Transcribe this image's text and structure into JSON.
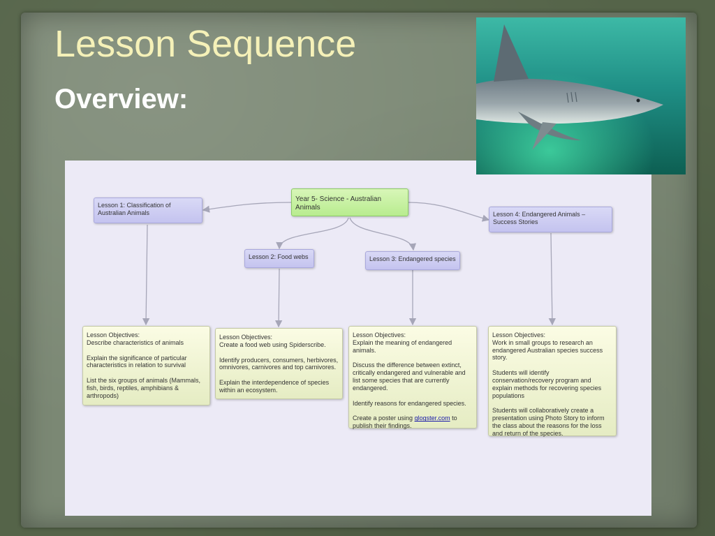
{
  "slide": {
    "title": "Lesson Sequence",
    "subtitle": "Overview:"
  },
  "diagram": {
    "root": "Year 5- Science - Australian Animals",
    "lessons": [
      {
        "title": "Lesson 1: Classification of Australian Animals",
        "objectives_heading": "Lesson Objectives:",
        "objectives": [
          "Describe characteristics of animals",
          "Explain the significance of particular characteristics in relation to survival",
          "List the six groups of animals (Mammals, fish, birds, reptiles, amphibians & arthropods)"
        ]
      },
      {
        "title": "Lesson 2: Food webs",
        "objectives_heading": "Lesson Objectives:",
        "objectives": [
          "Create a food web using Spiderscribe.",
          "Identify producers, consumers, herbivores, omnivores, carnivores and top carnivores.",
          "Explain the interdependence of species within an ecosystem."
        ]
      },
      {
        "title": "Lesson 3: Endangered species",
        "objectives_heading": "Lesson Objectives:",
        "objectives": [
          "Explain the meaning of endangered animals.",
          "Discuss the difference between extinct, critically endangered and vulnerable and list some species that are currently endangered.",
          "Identify reasons for endangered species."
        ],
        "poster_prefix": "Create a poster using ",
        "poster_link": "glogster.com",
        "poster_suffix": " to publish their findings."
      },
      {
        "title": "Lesson 4: Endangered Animals – Success Stories",
        "objectives_heading": "Lesson Objectives:",
        "objectives": [
          " Work in small groups to research an endangered Australian species success story.",
          "Students will identify conservation/recovery program and explain methods for recovering species populations",
          "Students will collaboratively create a presentation using Photo Story to inform the class about the reasons for the loss and return of the species."
        ]
      }
    ]
  },
  "colors": {
    "title": "#f5f1b8",
    "background": "#7b8874",
    "root_node": "#b8ec8f",
    "lesson_node": "#c4c3ef",
    "objective_node": "#e5ecc3",
    "connector": "#a6a6b8"
  },
  "icons": {
    "photo": "shark-photo"
  }
}
